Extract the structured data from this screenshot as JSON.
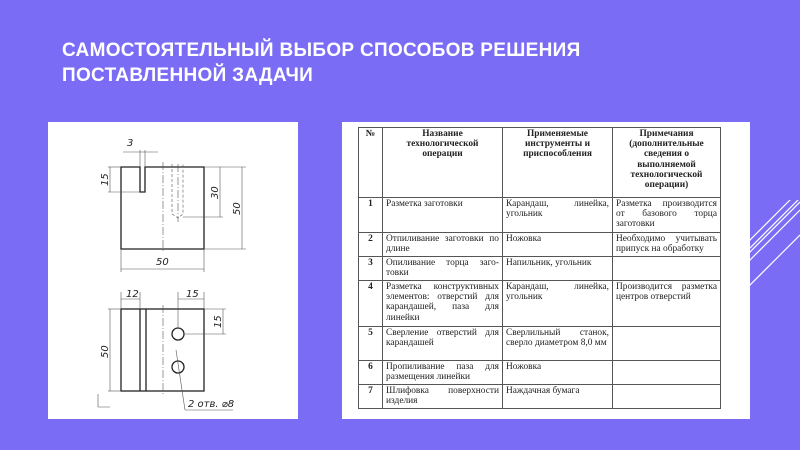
{
  "slide": {
    "title_line1": "САМОСТОЯТЕЛЬНЫЙ ВЫБОР СПОСОБОВ РЕШЕНИЯ",
    "title_line2": "ПОСТАВЛЕННОЙ ЗАДАЧИ",
    "background_color": "#7b6cf6"
  },
  "drawing": {
    "dims": {
      "slot_width": "3",
      "slot_depth": "15",
      "hole_depth": "30",
      "height": "50",
      "width": "50",
      "groove": "12",
      "hole_offset_x": "15",
      "hole_offset_y": "15",
      "side_height": "50",
      "holes_note": "2 отв. ⌀8"
    }
  },
  "table": {
    "headers": [
      "№",
      "Название технологической операции",
      "Применяемые инструменты и приспособления",
      "Примечания (дополнительные сведения о выполняемой технологической операции)"
    ],
    "rows": [
      [
        "1",
        "Разметка заготовки",
        "Карандаш, линейка, угольник",
        "Разметка производит­ся от базового торца заготовки"
      ],
      [
        "2",
        "Отпиливание заготовки по длине",
        "Ножовка",
        "Необходимо учитывать припуск на обработку"
      ],
      [
        "3",
        "Опиливание торца заго­товки",
        "Напильник, угольник",
        ""
      ],
      [
        "4",
        "Разметка конструктивных элементов: отверстий для карандашей, паза для линейки",
        "Карандаш, линейка, угольник",
        "Производится размет­ка центров отверстий"
      ],
      [
        "5",
        "Сверление отверстий для карандашей",
        "Сверлильный станок, сверло диаметром 8,0 мм",
        ""
      ],
      [
        "6",
        "Пропиливание паза для размещения линейки",
        "Ножовка",
        ""
      ],
      [
        "7",
        "Шлифовка поверхности изделия",
        "Наждачная бумага",
        ""
      ]
    ]
  }
}
